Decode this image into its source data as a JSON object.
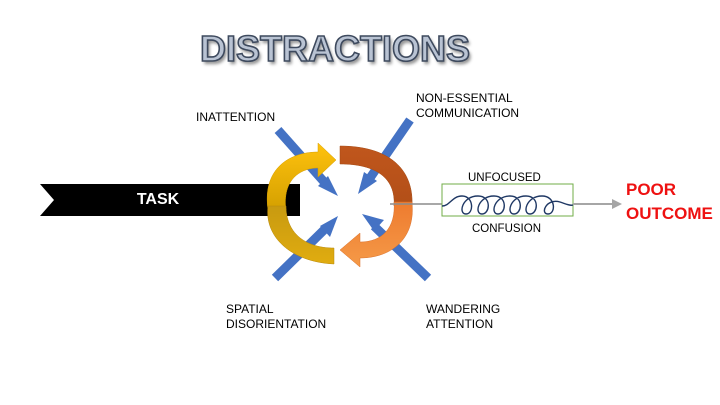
{
  "diagram": {
    "title": "DISTRACTIONS",
    "task_label": "TASK",
    "labels": {
      "inattention": "INATTENTION",
      "non_essential_1": "NON-ESSENTIAL",
      "non_essential_2": "COMMUNICATION",
      "unfocused": "UNFOCUSED",
      "confusion": "CONFUSION",
      "spatial_1": "SPATIAL",
      "spatial_2": "DISORIENTATION",
      "wandering_1": "WANDERING",
      "wandering_2": "ATTENTION",
      "poor_outcome_1": "POOR",
      "poor_outcome_2": "OUTCOME"
    },
    "colors": {
      "task_bar": "#000000",
      "blue_arrows": "#4472c4",
      "yellow_arrow": "#ffc000",
      "gold_arrow": "#bf9000",
      "rust_arrow": "#c55a11",
      "orange_arrow": "#ed7d31",
      "unfocused_box_border": "#70ad47",
      "output_arrow": "#a6a6a6",
      "poor_outcome": "#ff0000"
    }
  }
}
